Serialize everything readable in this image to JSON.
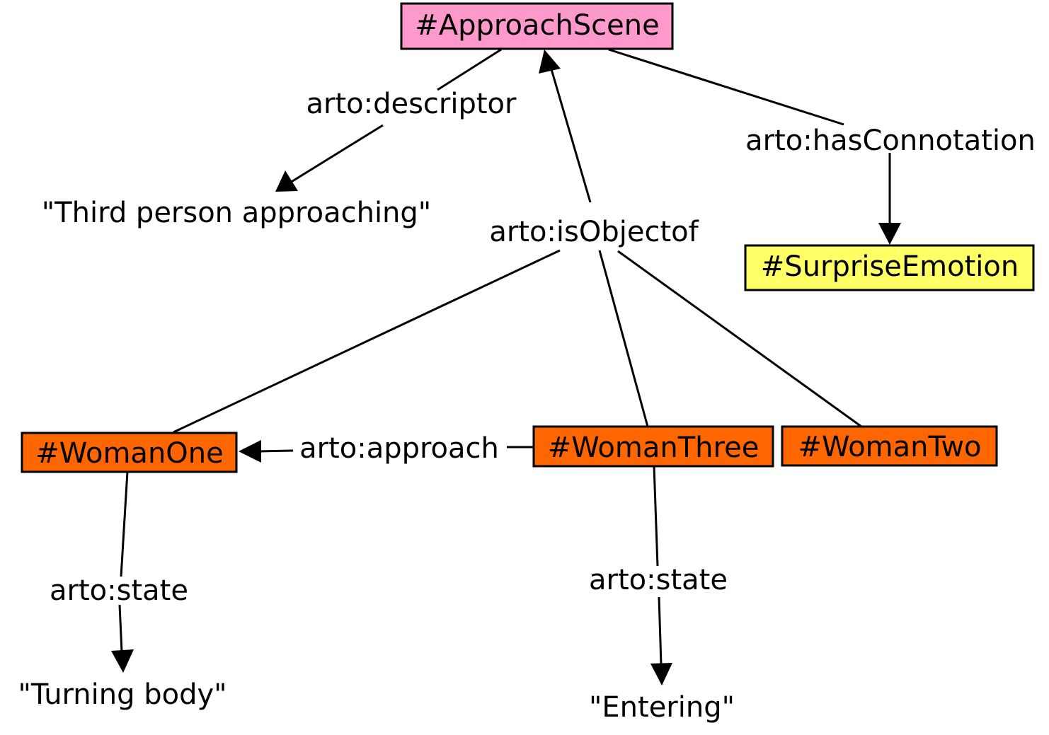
{
  "colors": {
    "scene": "#FF99CC",
    "emotion": "#FFFF66",
    "woman": "#FF6600",
    "line": "#000000"
  },
  "nodes": {
    "approach_scene": "#ApproachScene",
    "surprise_emotion": "#SurpriseEmotion",
    "woman_one": "#WomanOne",
    "woman_three": "#WomanThree",
    "woman_two": "#WomanTwo"
  },
  "literals": {
    "third_person": "\"Third person approaching\"",
    "turning_body": "\"Turning body\"",
    "entering": "\"Entering\""
  },
  "edges": {
    "descriptor": "arto:descriptor",
    "has_connotation": "arto:hasConnotation",
    "is_object_of": "arto:isObjectof",
    "approach": "arto:approach",
    "state_one": "arto:state",
    "state_three": "arto:state"
  }
}
